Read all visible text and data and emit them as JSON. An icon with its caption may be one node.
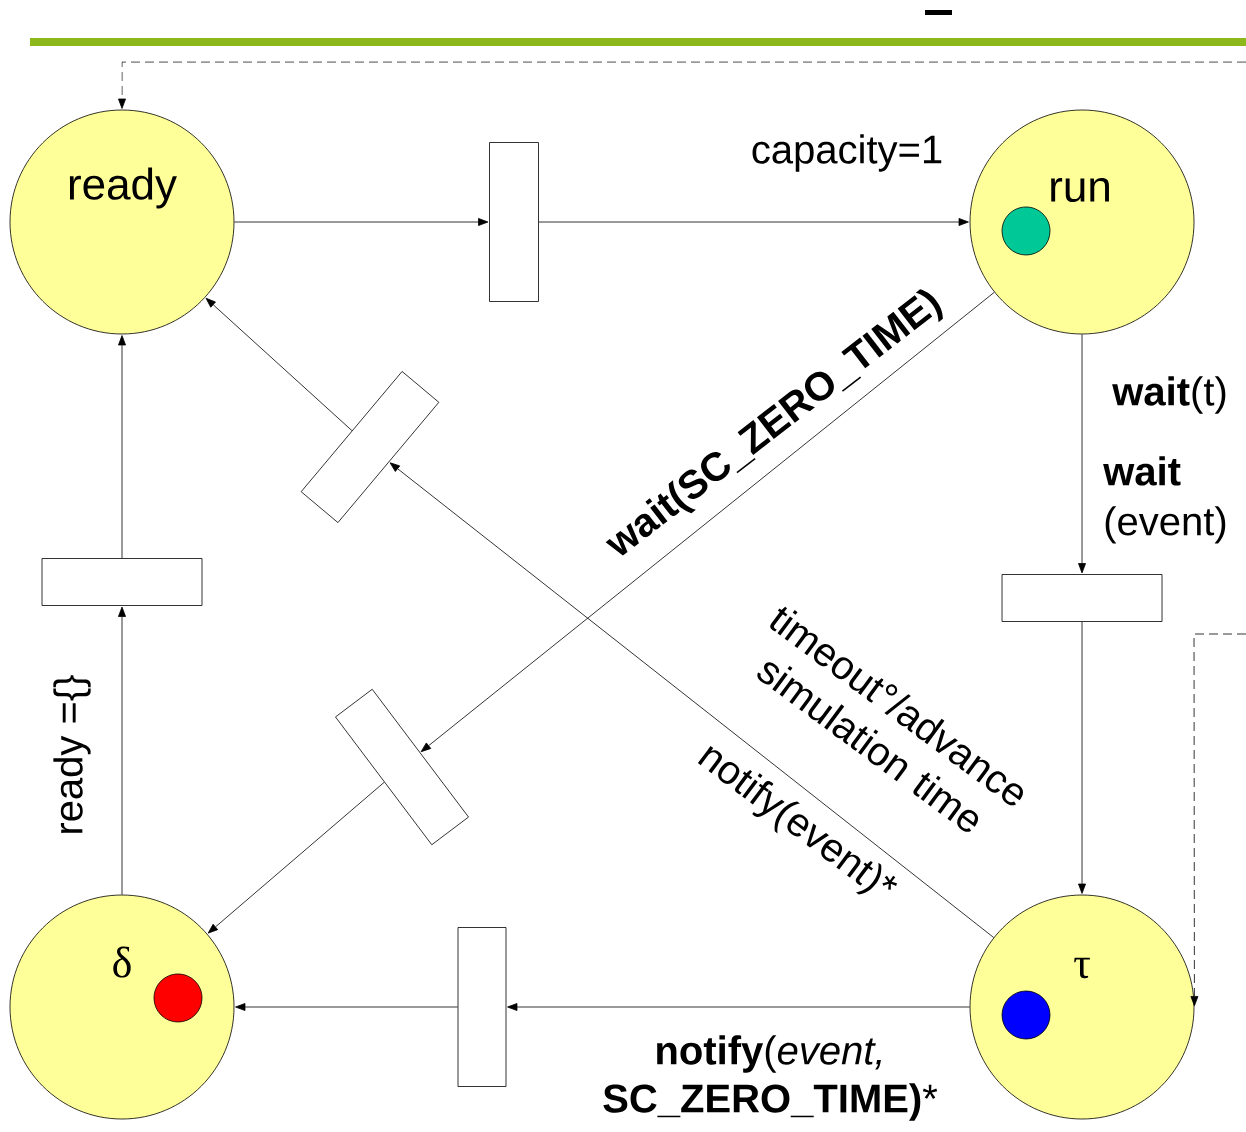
{
  "diagram": {
    "nodes": [
      {
        "text": [
          "ready"
        ]
      },
      {
        "text": [
          "run"
        ]
      },
      {
        "text": [
          "δ"
        ]
      },
      {
        "text": [
          "τ"
        ]
      },
      {
        "text": [],
        "shape": "bar"
      },
      {
        "text": [],
        "shape": "bar"
      },
      {
        "text": [],
        "shape": "bar"
      },
      {
        "text": [],
        "shape": "bar"
      },
      {
        "text": [],
        "shape": "bar"
      },
      {
        "text": [],
        "shape": "bar"
      }
    ],
    "edges": [
      {
        "from": 0,
        "to": 4,
        "arrow": "to"
      },
      {
        "from": 4,
        "to": 1,
        "arrow": "to",
        "label": "capacity=1"
      },
      {
        "from": 1,
        "to": 7,
        "arrow": "to",
        "label": "**wait**(t)"
      },
      {
        "from": 7,
        "to": 3,
        "arrow": "to"
      },
      {
        "from": 3,
        "to": 9,
        "arrow": "to",
        "label": "**notify**(*event,* **SC_ZERO_TIME)***"
      },
      {
        "from": 9,
        "to": 2,
        "arrow": "to"
      },
      {
        "from": 2,
        "to": 6,
        "arrow": "to",
        "label": "ready ={}"
      },
      {
        "from": 6,
        "to": 0,
        "arrow": "to"
      },
      {
        "from": 3,
        "to": 5,
        "arrow": "to",
        "label": "timeout°/advance simulation time"
      },
      {
        "from": 5,
        "to": 0,
        "arrow": "to"
      },
      {
        "from": 1,
        "to": 8,
        "arrow": "to",
        "label": "wait(SC_ZERO_TIME)"
      },
      {
        "from": 8,
        "to": 2,
        "arrow": "to"
      },
      {
        "from": null,
        "to": 0,
        "arrow": "to",
        "style": "dashed"
      },
      {
        "from": null,
        "to": 3,
        "arrow": "to",
        "style": "dashed"
      }
    ],
    "labels": [
      "**wait** (event)",
      "notify(event)*"
    ]
  }
}
